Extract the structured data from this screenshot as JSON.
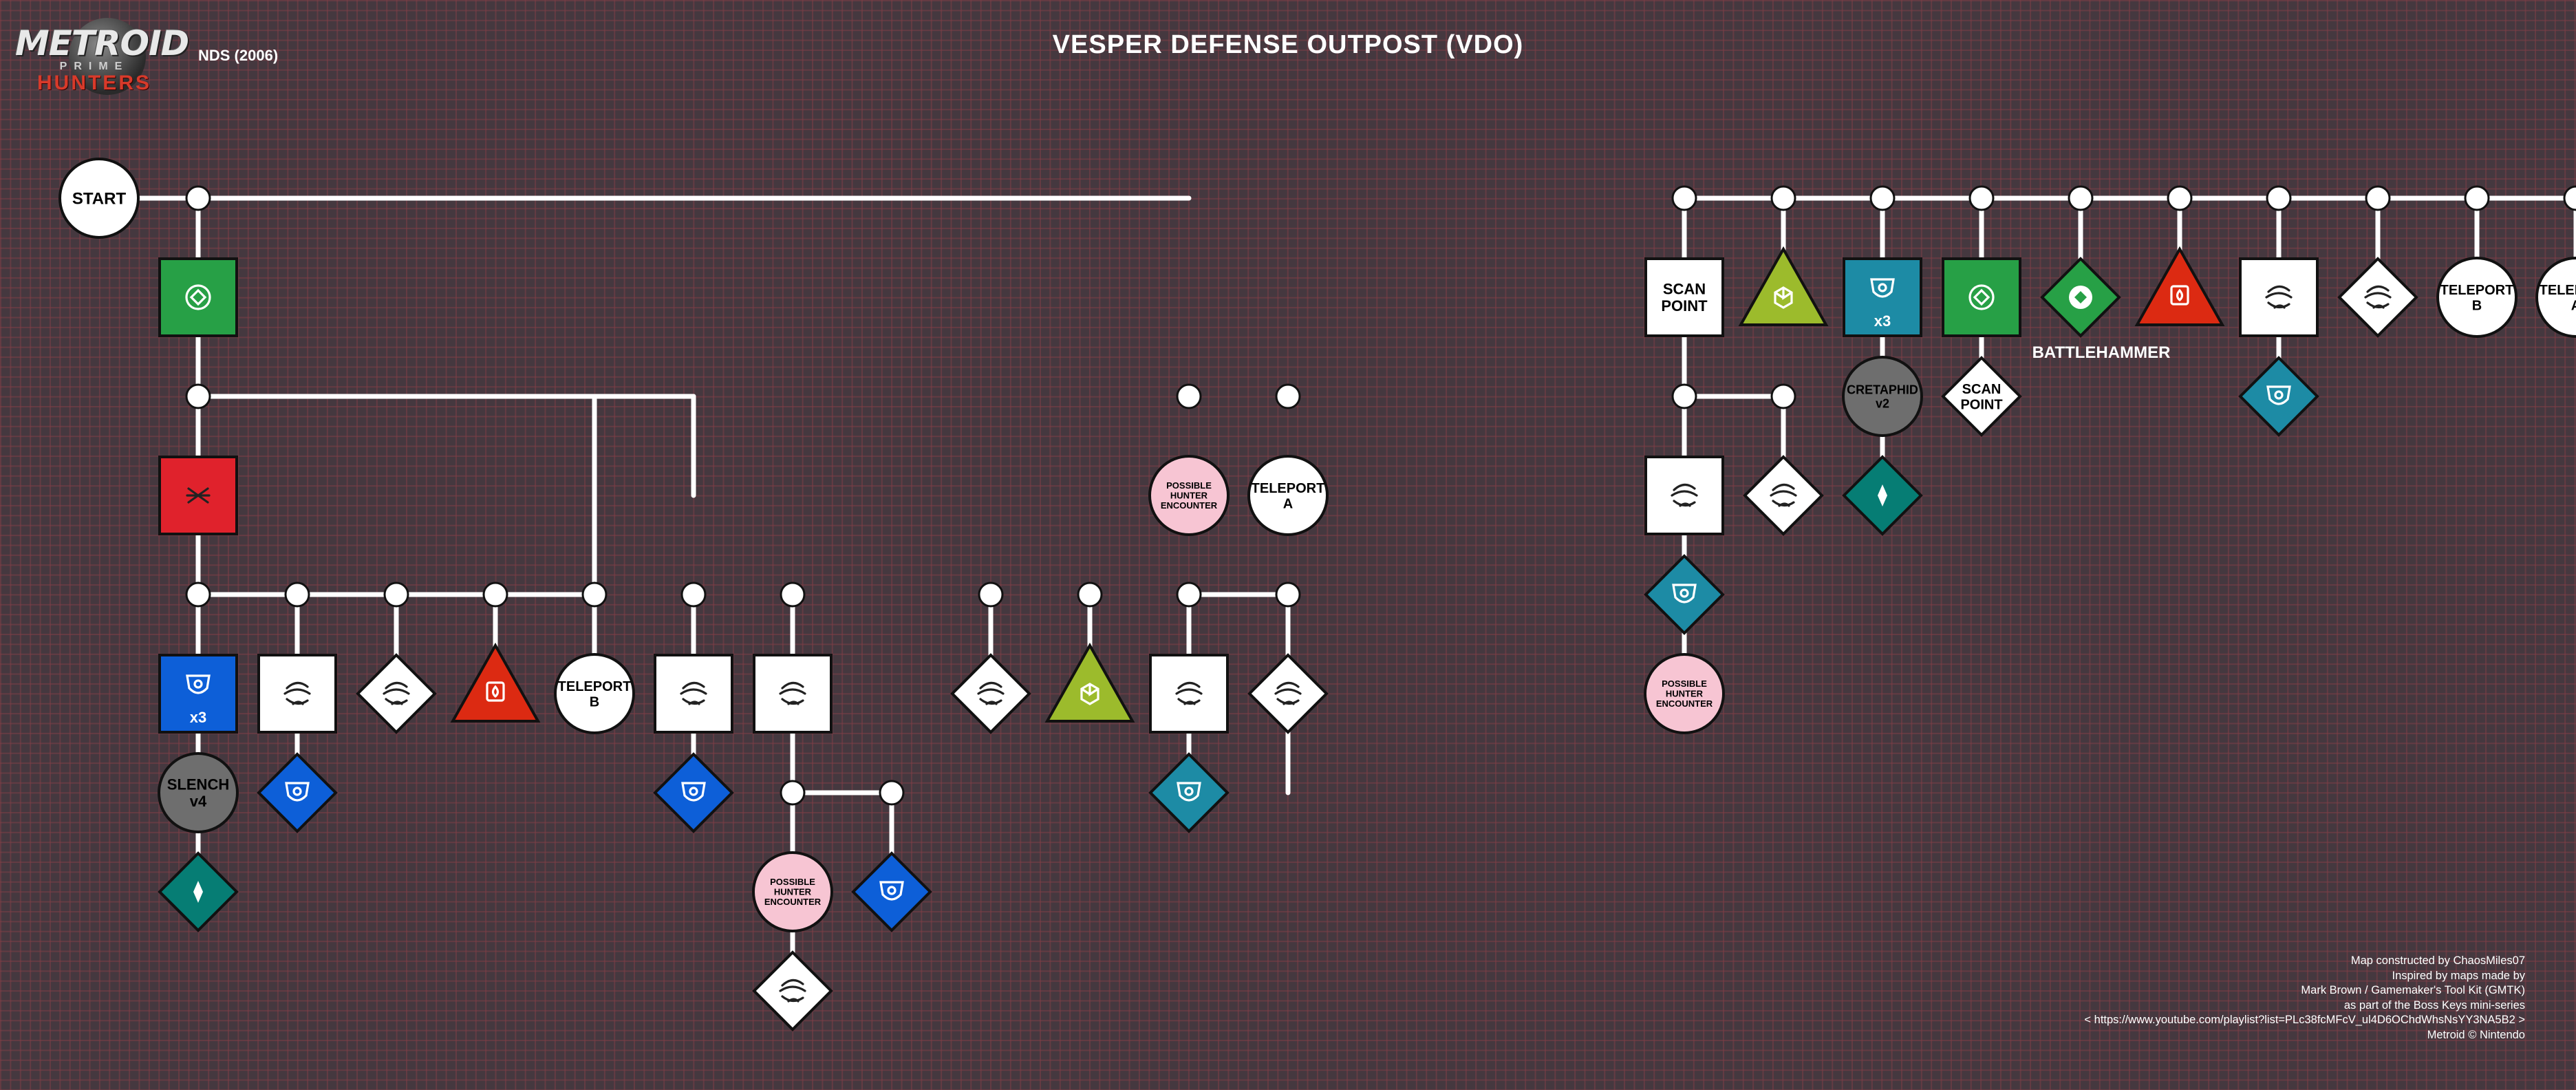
{
  "header": {
    "title": "VESPER DEFENSE OUTPOST (VDO)",
    "platform": "NDS (2006)",
    "logo_text": [
      "METROID",
      "PRIME",
      "HUNTERS"
    ]
  },
  "colors": {
    "background": "#45383f",
    "grid_line": "#7d3e46",
    "edge": "#ffffff",
    "green_door": "#27a046",
    "red_door": "#e0222c",
    "blue_key": "#0d5fd8",
    "teal_key": "#1d8ba5",
    "dark_teal": "#067d74",
    "triangle_green": "#9cbb2c",
    "triangle_red": "#dc2a12",
    "pink": "#f7c5d3",
    "grey": "#6e6e6e"
  },
  "labels": {
    "start": "START",
    "scan_point_box": [
      "SCAN",
      "POINT"
    ],
    "scan_point_diamond": [
      "SCAN",
      "POINT"
    ],
    "teleport_a": [
      "TELEPORT",
      "A"
    ],
    "teleport_b": [
      "TELEPORT",
      "B"
    ],
    "hunter_encounter": [
      "POSSIBLE",
      "HUNTER",
      "ENCOUNTER"
    ],
    "slench": [
      "SLENCH",
      "v4"
    ],
    "cretaphid": [
      "CRETAPHID",
      "v2"
    ],
    "x3": "x3",
    "battlehammer": "BATTLEHAMMER"
  },
  "credits": [
    "Map constructed by ChaosMiles07",
    "Inspired by maps made by",
    "Mark Brown / Gamemaker's Tool Kit (GMTK)",
    "as part of the Boss Keys mini-series",
    "< https://www.youtube.com/playlist?list=PLc38fcMFcV_ul4D6OChdWhsNsYY3NA5B2 >",
    "Metroid © Nintendo"
  ]
}
